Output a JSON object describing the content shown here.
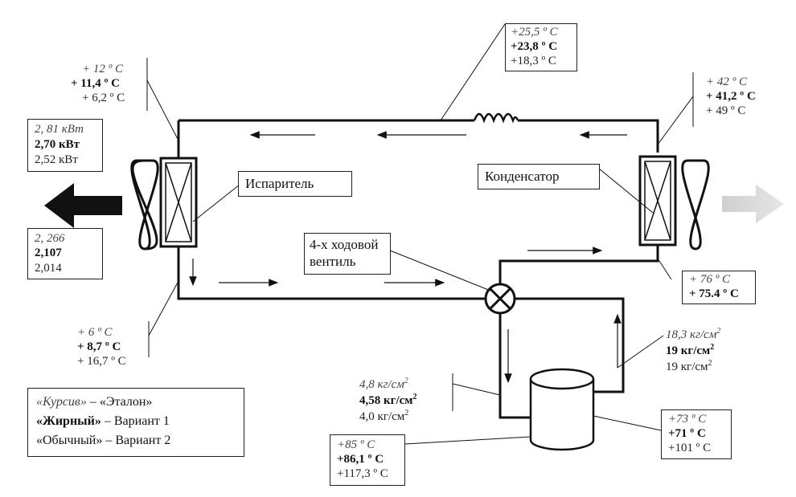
{
  "components": {
    "evaporator": "Испаритель",
    "condenser": "Конденсатор",
    "valve_line1": "4-х ходовой",
    "valve_line2": "вентиль"
  },
  "readings": {
    "top_mid": {
      "etalon": "+25,5 º C",
      "v1": "+23,8 º C",
      "v2": "+18,3 º C"
    },
    "evap_top": {
      "etalon": "+ 12 º C",
      "v1": "+ 11,4 º C",
      "v2": "+ 6,2 º C"
    },
    "cond_top": {
      "etalon": "+ 42 º C",
      "v1": "+ 41,2 º C",
      "v2": "+ 49 º C"
    },
    "power": {
      "etalon": "2, 81 кВт",
      "v1": "2,70 кВт",
      "v2": "2,52 кВт"
    },
    "cop": {
      "etalon": "2, 266",
      "v1": "2,107",
      "v2": "2,014"
    },
    "cond_out": {
      "etalon": "+ 76 º C",
      "v1": "+ 75.4 º C"
    },
    "evap_bot": {
      "etalon": "+ 6 º C",
      "v1": "+ 8,7 º C",
      "v2": "+ 16,7 º C"
    },
    "high_press": {
      "etalon": "18,3 кг/см",
      "v1": "19 кг/см",
      "v2": "19 кг/см",
      "sup": "2"
    },
    "low_press": {
      "etalon": "4,8 кг/см",
      "v1": "4,58 кг/см",
      "v2": "4,0 кг/см",
      "sup": "2"
    },
    "comp_right": {
      "etalon": "+73 º C",
      "v1": "+71 º C",
      "v2": "+101 º C"
    },
    "comp_left": {
      "etalon": "+85 º C",
      "v1": "+86,1 º C",
      "v2": "+117,3 º C"
    }
  },
  "legend": {
    "line1_italic": "«Курсив»",
    "line1_rest": " – «Эталон»",
    "line2_bold": "«Жирный»",
    "line2_rest": " – Вариант 1",
    "line3": "«Обычный» – Вариант 2"
  }
}
